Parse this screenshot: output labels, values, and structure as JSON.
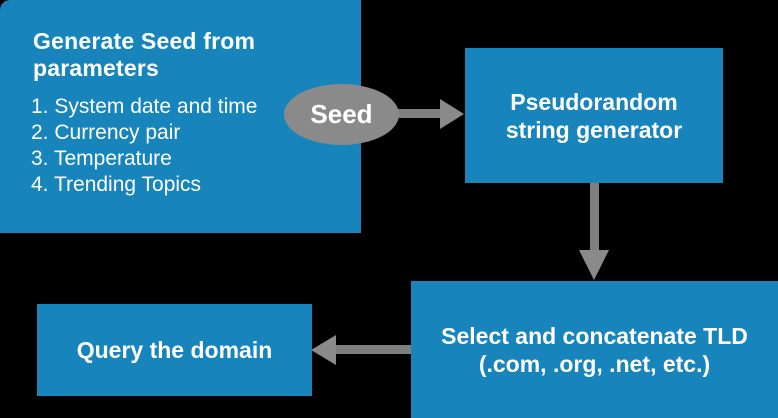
{
  "colors": {
    "blue": "#1784BC",
    "gray": "#8A8A8A",
    "shaft": "#7F7F7F",
    "text": "#FFFFFF",
    "bg": "#000000"
  },
  "seed_panel": {
    "title_lines": [
      "Generate Seed from",
      "parameters"
    ],
    "items": [
      "1. System date and time",
      "2. Currency pair",
      "3. Temperature",
      "4. Trending Topics"
    ]
  },
  "seed_ellipse": {
    "label": "Seed"
  },
  "generator_box": {
    "lines": [
      "Pseudorandom",
      "string generator"
    ]
  },
  "tld_box": {
    "lines": [
      "Select and concatenate TLD",
      "(.com, .org, .net, etc.)"
    ]
  },
  "query_box": {
    "label": "Query the domain"
  }
}
